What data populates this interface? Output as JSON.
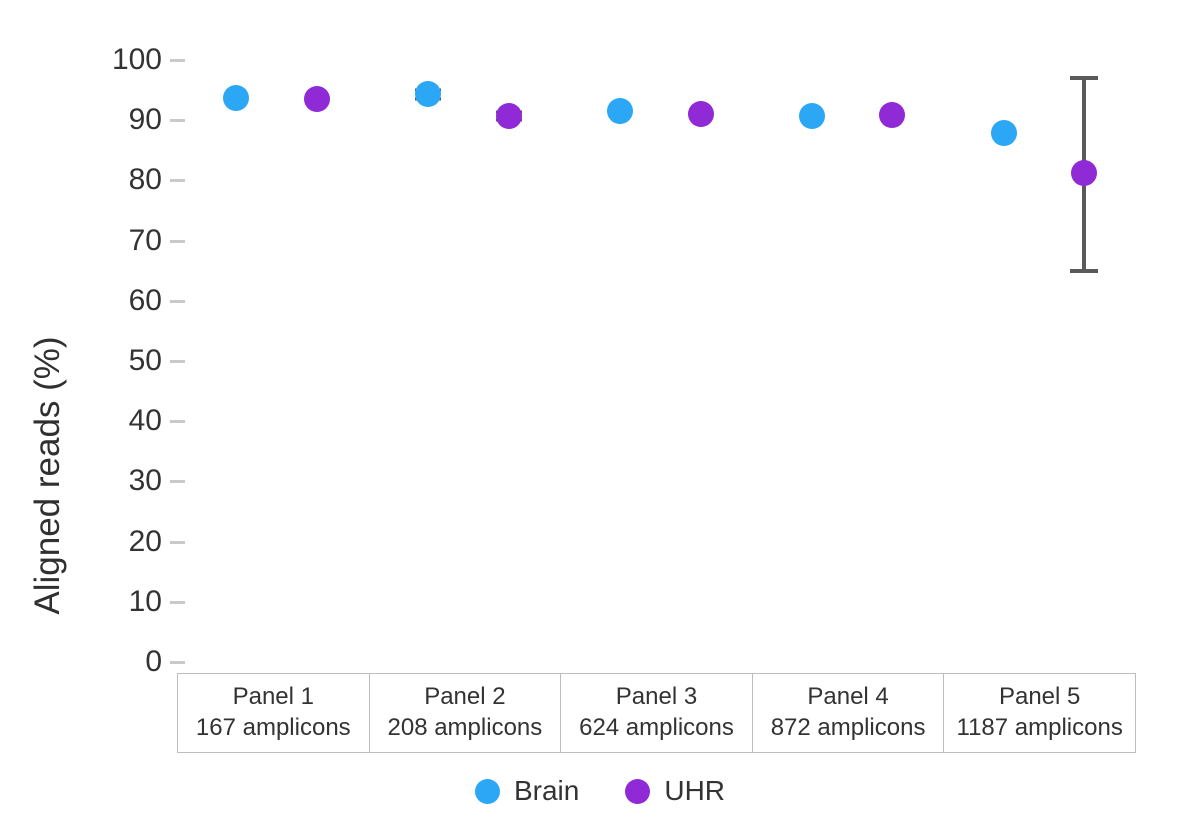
{
  "chart_data": {
    "type": "scatter",
    "title": "",
    "xlabel": "",
    "ylabel": "Aligned reads (%)",
    "ylim": [
      0,
      100
    ],
    "yticks": [
      0,
      10,
      20,
      30,
      40,
      50,
      60,
      70,
      80,
      90,
      100
    ],
    "ytick_labels": [
      "0",
      "10",
      "20",
      "30",
      "40",
      "50",
      "60",
      "70",
      "80",
      "90",
      "100"
    ],
    "grid": false,
    "legend_position": "bottom",
    "categories": [
      "Panel 1",
      "Panel 2",
      "Panel 3",
      "Panel 4",
      "Panel 5"
    ],
    "category_sublabels": [
      "167 amplicons",
      "208 amplicons",
      "624 amplicons",
      "872 amplicons",
      "1187 amplicons"
    ],
    "series": [
      {
        "name": "Brain",
        "color": "#2BA7F5",
        "values": [
          93.7,
          94.3,
          91.5,
          90.7,
          87.8
        ],
        "err_low": [
          93.7,
          93.6,
          91.5,
          90.7,
          87.8
        ],
        "err_high": [
          93.7,
          95.0,
          91.5,
          90.7,
          87.8
        ]
      },
      {
        "name": "UHR",
        "color": "#9029D6",
        "values": [
          93.5,
          90.7,
          91.0,
          90.8,
          81.2
        ],
        "err_low": [
          93.5,
          90.0,
          91.0,
          90.8,
          65.0
        ],
        "err_high": [
          93.5,
          91.4,
          91.0,
          90.8,
          97.0
        ]
      }
    ]
  },
  "axis": {
    "y_title": "Aligned reads (%)"
  },
  "legend": {
    "items": [
      {
        "label": "Brain",
        "color": "#2BA7F5",
        "marker": "circle-marker"
      },
      {
        "label": "UHR",
        "color": "#9029D6",
        "marker": "circle-marker"
      }
    ]
  },
  "facets": [
    {
      "title": "Panel 1",
      "subtitle": "167 amplicons"
    },
    {
      "title": "Panel 2",
      "subtitle": "208 amplicons"
    },
    {
      "title": "Panel 3",
      "subtitle": "624 amplicons"
    },
    {
      "title": "Panel 4",
      "subtitle": "872 amplicons"
    },
    {
      "title": "Panel 5",
      "subtitle": "1187 amplicons"
    }
  ],
  "colors": {
    "brain": "#2BA7F5",
    "uhr": "#9029D6",
    "errorbar": "#5a5a5a",
    "axis_text": "#333333",
    "tick": "#c9c9c9",
    "panel_border": "#bdbdbd",
    "background": "#ffffff"
  }
}
